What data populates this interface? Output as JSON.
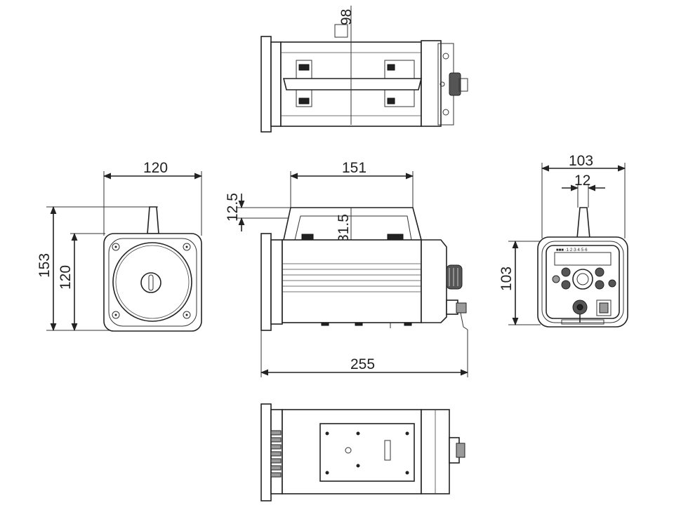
{
  "dimensions": {
    "top_square": "98",
    "left_width": "120",
    "left_height_total": "153",
    "left_height_body": "120",
    "front_top_width": "151",
    "front_handle_offset": "12.5",
    "front_handle_height": "31.5",
    "front_total_length": "255",
    "rear_width": "103",
    "rear_inner": "12",
    "rear_height": "103"
  },
  "views": [
    "top-view",
    "left-view",
    "front-view",
    "rear-view",
    "bottom-view"
  ]
}
